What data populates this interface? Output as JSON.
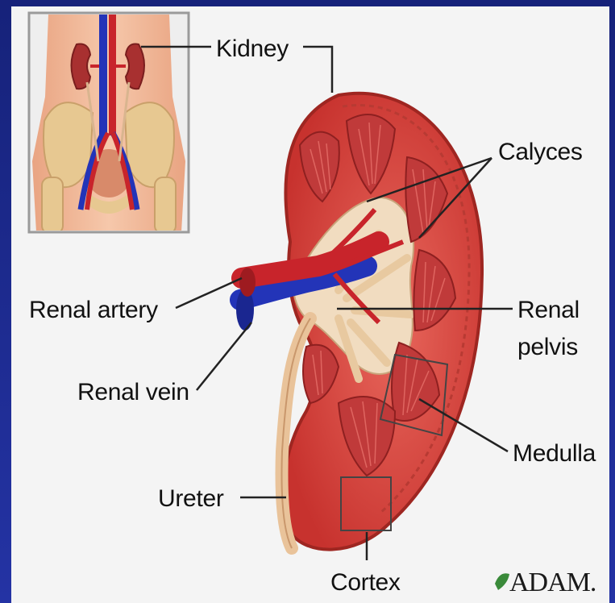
{
  "labels": {
    "kidney": "Kidney",
    "calyces": "Calyces",
    "renal_artery": "Renal artery",
    "renal_pelvis_line1": "Renal",
    "renal_pelvis_line2": "pelvis",
    "renal_vein": "Renal vein",
    "medulla": "Medulla",
    "ureter": "Ureter",
    "cortex": "Cortex"
  },
  "logo": "ADAM.",
  "colors": {
    "border": "#1d2a8f",
    "panel": "#f4f4f4",
    "cortex": "#d9453e",
    "medulla": "#c6373a",
    "pelvis": "#f1dcc0",
    "artery": "#c8242b",
    "vein": "#2334b8",
    "skin": "#f1b79a",
    "bone": "#e7c891"
  }
}
